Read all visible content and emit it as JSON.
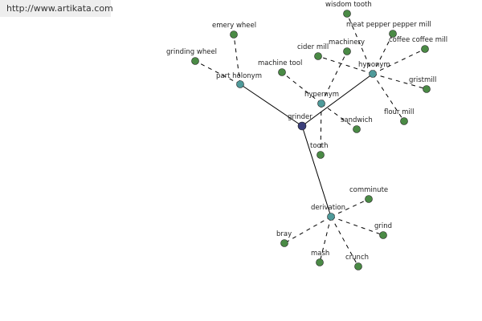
{
  "header": {
    "url": "http://www.artikata.com"
  },
  "colors": {
    "root_node": "#3b3f7a",
    "hub_node": "#4f9a9a",
    "leaf_node": "#4a8a45"
  },
  "graph": {
    "nodes": [
      {
        "id": "grinder",
        "label": "grinder",
        "kind": "root"
      },
      {
        "id": "part_holonym",
        "label": "part holonym",
        "kind": "hub"
      },
      {
        "id": "hypernym",
        "label": "hypernym",
        "kind": "hub"
      },
      {
        "id": "hyponym",
        "label": "hyponym",
        "kind": "hub"
      },
      {
        "id": "derivation",
        "label": "derivation",
        "kind": "hub"
      },
      {
        "id": "emery_wheel",
        "label": "emery wheel",
        "kind": "leaf"
      },
      {
        "id": "grinding_wheel",
        "label": "grinding wheel",
        "kind": "leaf"
      },
      {
        "id": "machine_tool",
        "label": "machine tool",
        "kind": "leaf"
      },
      {
        "id": "cider_mill",
        "label": "cider mill",
        "kind": "leaf"
      },
      {
        "id": "machinery",
        "label": "machinery",
        "kind": "leaf"
      },
      {
        "id": "sandwich",
        "label": "sandwich",
        "kind": "leaf"
      },
      {
        "id": "tooth",
        "label": "tooth",
        "kind": "leaf"
      },
      {
        "id": "wisdom_tooth",
        "label": "wisdom tooth",
        "kind": "leaf"
      },
      {
        "id": "meat_pepper_mill",
        "label": "meat pepper pepper mill",
        "kind": "leaf"
      },
      {
        "id": "coffee_mill",
        "label": "coffee coffee mill",
        "kind": "leaf"
      },
      {
        "id": "gristmill",
        "label": "gristmill",
        "kind": "leaf"
      },
      {
        "id": "flour_mill",
        "label": "flour mill",
        "kind": "leaf"
      },
      {
        "id": "comminute",
        "label": "comminute",
        "kind": "leaf"
      },
      {
        "id": "grind",
        "label": "grind",
        "kind": "leaf"
      },
      {
        "id": "crunch",
        "label": "crunch",
        "kind": "leaf"
      },
      {
        "id": "mash",
        "label": "mash",
        "kind": "leaf"
      },
      {
        "id": "bray",
        "label": "bray",
        "kind": "leaf"
      }
    ],
    "edges": [
      {
        "from": "grinder",
        "to": "part_holonym",
        "style": "solid"
      },
      {
        "from": "grinder",
        "to": "hyponym",
        "style": "solid"
      },
      {
        "from": "grinder",
        "to": "derivation",
        "style": "solid"
      },
      {
        "from": "part_holonym",
        "to": "emery_wheel",
        "style": "dashed"
      },
      {
        "from": "part_holonym",
        "to": "grinding_wheel",
        "style": "dashed"
      },
      {
        "from": "hypernym",
        "to": "machine_tool",
        "style": "dashed"
      },
      {
        "from": "hypernym",
        "to": "machinery",
        "style": "dashed"
      },
      {
        "from": "hypernym",
        "to": "sandwich",
        "style": "dashed"
      },
      {
        "from": "hypernym",
        "to": "tooth",
        "style": "dashed"
      },
      {
        "from": "hyponym",
        "to": "cider_mill",
        "style": "dashed"
      },
      {
        "from": "hyponym",
        "to": "wisdom_tooth",
        "style": "dashed"
      },
      {
        "from": "hyponym",
        "to": "meat_pepper_mill",
        "style": "dashed"
      },
      {
        "from": "hyponym",
        "to": "coffee_mill",
        "style": "dashed"
      },
      {
        "from": "hyponym",
        "to": "gristmill",
        "style": "dashed"
      },
      {
        "from": "hyponym",
        "to": "flour_mill",
        "style": "dashed"
      },
      {
        "from": "derivation",
        "to": "comminute",
        "style": "dashed"
      },
      {
        "from": "derivation",
        "to": "grind",
        "style": "dashed"
      },
      {
        "from": "derivation",
        "to": "crunch",
        "style": "dashed"
      },
      {
        "from": "derivation",
        "to": "mash",
        "style": "dashed"
      },
      {
        "from": "derivation",
        "to": "bray",
        "style": "dashed"
      }
    ]
  }
}
